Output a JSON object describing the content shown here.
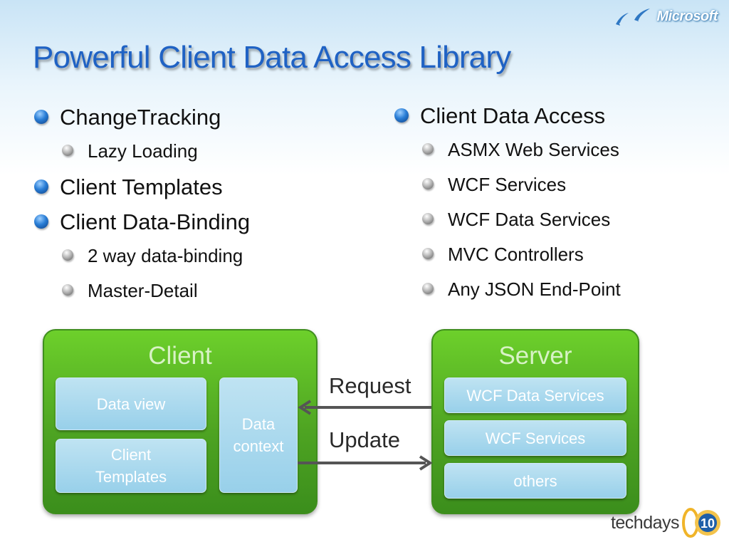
{
  "brand": {
    "logo_text": "Microsoft",
    "logo_icon": "birds-icon",
    "event_text": "techdays",
    "event_number": "10"
  },
  "title": "Powerful Client Data Access Library",
  "left_list": {
    "items": [
      {
        "label": "ChangeTracking",
        "sub": [
          "Lazy Loading"
        ]
      },
      {
        "label": "Client Templates",
        "sub": []
      },
      {
        "label": "Client Data-Binding",
        "sub": [
          "2 way data-binding",
          "Master-Detail"
        ]
      }
    ]
  },
  "right_list": {
    "label": "Client Data Access",
    "sub": [
      "ASMX Web Services",
      "WCF Services",
      "WCF Data Services",
      "MVC Controllers",
      "Any JSON End-Point"
    ]
  },
  "diagram": {
    "client": {
      "title": "Client",
      "data_view": "Data view",
      "templates_line1": "Client",
      "templates_line2": "Templates",
      "context_line1": "Data",
      "context_line2": "context"
    },
    "server": {
      "title": "Server",
      "items": [
        "WCF Data Services",
        "WCF Services",
        "others"
      ]
    },
    "request_label": "Request",
    "update_label": "Update"
  },
  "colors": {
    "title": "#1f62c4",
    "panel_green": "#4ea422",
    "box_blue": "#98d0ea",
    "arrow": "#555555"
  }
}
